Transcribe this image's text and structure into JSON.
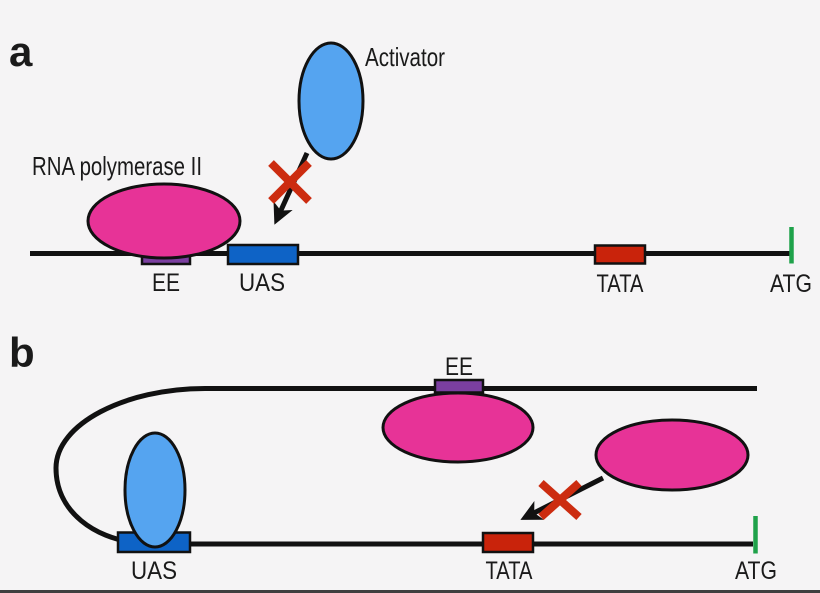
{
  "colors": {
    "background": "#f5f4f5",
    "dna_black": "#111111",
    "polymerase_pink": "#e73397",
    "activator_blue": "#55a4f0",
    "uas_blue": "#0e63c6",
    "ee_purple": "#7b3fa0",
    "tata_red": "#c9230b",
    "atg_green": "#1fa24a",
    "cross_red": "#cc2c10",
    "text": "#1a1a1a"
  },
  "panel_a": {
    "label": "a",
    "polymerase_label": "RNA polymerase II",
    "activator_label": "Activator",
    "sites": {
      "ee": "EE",
      "uas": "UAS",
      "tata": "TATA",
      "atg": "ATG"
    }
  },
  "panel_b": {
    "label": "b",
    "sites": {
      "ee": "EE",
      "uas": "UAS",
      "tata": "TATA",
      "atg": "ATG"
    }
  }
}
